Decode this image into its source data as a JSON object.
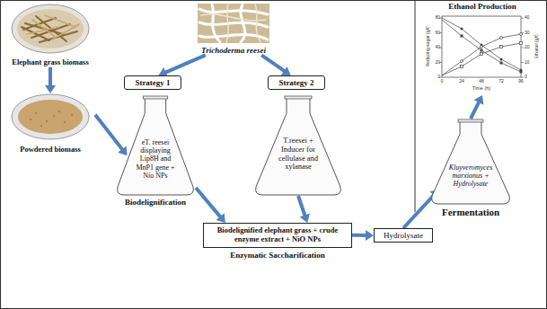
{
  "diagram": {
    "nodes": [
      {
        "text": [
          "Elephant grass biomass"
        ]
      },
      {
        "text": [
          "Powdered biomass"
        ]
      },
      {
        "text": [
          "Trichoderma reesei"
        ]
      },
      {
        "text": [
          "Strategy 1"
        ]
      },
      {
        "text": [
          "Strategy 2"
        ]
      },
      {
        "text": [
          "eT. reesei displaying Lip8H and MnP1 gene + Nio NPs",
          "Biodelignification"
        ]
      },
      {
        "text": [
          "T.reesei + Inducer for cellulase and xylanase"
        ]
      },
      {
        "text": [
          "Biodelignified elephant grass + crude enzyme extract + NiO NPs",
          "Enzymatic Saccharification"
        ]
      },
      {
        "text": [
          "Hydrolysate"
        ]
      },
      {
        "text": [
          "Kluyveromyces marxianus + Hydrolysate",
          "Fermentation"
        ]
      },
      {
        "text": [
          "Ethanol Production"
        ]
      }
    ],
    "edges": [
      {
        "from": 0,
        "to": 1,
        "arrow": "to"
      },
      {
        "from": 1,
        "to": 5,
        "arrow": "to"
      },
      {
        "from": 2,
        "to": 3,
        "arrow": "to"
      },
      {
        "from": 2,
        "to": 4,
        "arrow": "to"
      },
      {
        "from": 5,
        "to": 7,
        "arrow": "to"
      },
      {
        "from": 6,
        "to": 7,
        "arrow": "to"
      },
      {
        "from": 7,
        "to": 8,
        "arrow": "to"
      },
      {
        "from": 8,
        "to": 9,
        "arrow": "to"
      },
      {
        "from": 9,
        "to": 10,
        "arrow": "to"
      }
    ],
    "labels": [
      "0",
      "20",
      "40",
      "60",
      "80",
      "0",
      "10",
      "20",
      "30",
      "40",
      "0",
      "24",
      "48",
      "72",
      "96",
      "Time (h)",
      "Reducing sugar (g/l)",
      "Ethanol (g/l)"
    ]
  }
}
